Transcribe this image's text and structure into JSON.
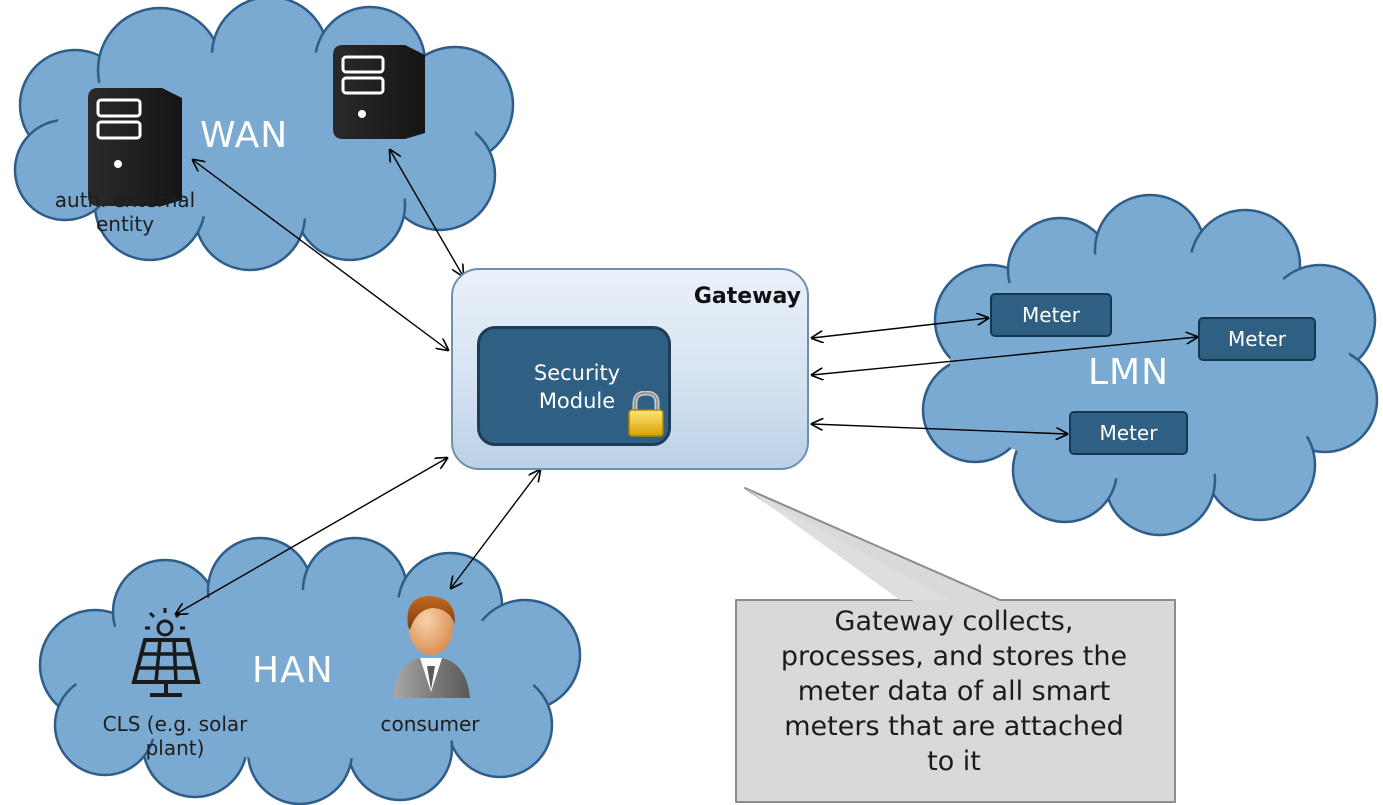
{
  "colors": {
    "cloud_fill": "#7aaad2",
    "cloud_stroke": "#2d5d88",
    "module_fill": "#2f5f82",
    "meter_fill": "#2f5f82",
    "callout_fill": "#d9d9d9",
    "arrow": "#000000"
  },
  "wan": {
    "title": "WAN",
    "entity_label": "auth. external\nentity",
    "icons": [
      "server-icon",
      "server-icon"
    ]
  },
  "gateway": {
    "title": "Gateway",
    "security_module": "Security\nModule",
    "lock_icon": "lock-icon"
  },
  "lmn": {
    "title": "LMN",
    "meters": [
      "Meter",
      "Meter",
      "Meter"
    ]
  },
  "han": {
    "title": "HAN",
    "cls_label": "CLS (e.g. solar\nplant)",
    "consumer_label": "consumer",
    "icons": [
      "solar-panel-icon",
      "consumer-icon"
    ]
  },
  "callout": {
    "text": "Gateway collects,\nprocesses, and stores the\nmeter data of all smart\nmeters that are attached\nto it"
  }
}
